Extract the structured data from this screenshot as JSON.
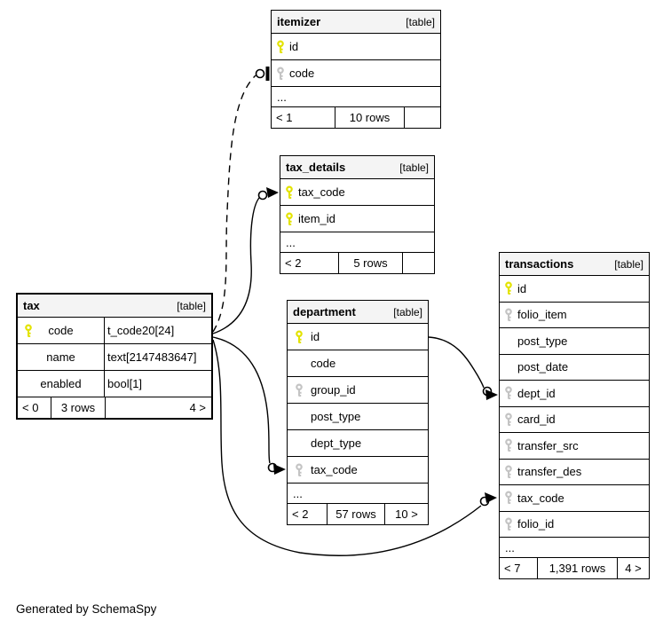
{
  "footer_note": "Generated by SchemaSpy",
  "colors": {
    "header_bg": "#f4f4f4",
    "border": "#000000",
    "primary_key": "#e3e300",
    "foreign_key": "#c4c4c4",
    "background": "#ffffff"
  },
  "tables": [
    {
      "name": "itemizer",
      "tag": "[table]",
      "emphasized": false,
      "columns": [
        {
          "name": "id",
          "key": "primary"
        },
        {
          "name": "code",
          "key": "foreign"
        }
      ],
      "ellipsis": "...",
      "stats": {
        "parents": "< 1",
        "rows": "10 rows",
        "children": ""
      }
    },
    {
      "name": "tax_details",
      "tag": "[table]",
      "emphasized": false,
      "columns": [
        {
          "name": "tax_code",
          "key": "primary"
        },
        {
          "name": "item_id",
          "key": "primary"
        }
      ],
      "ellipsis": "...",
      "stats": {
        "parents": "< 2",
        "rows": "5 rows",
        "children": ""
      }
    },
    {
      "name": "department",
      "tag": "[table]",
      "emphasized": false,
      "columns": [
        {
          "name": "id",
          "key": "primary"
        },
        {
          "name": "code",
          "key": "none"
        },
        {
          "name": "group_id",
          "key": "foreign"
        },
        {
          "name": "post_type",
          "key": "none"
        },
        {
          "name": "dept_type",
          "key": "none"
        },
        {
          "name": "tax_code",
          "key": "foreign"
        }
      ],
      "ellipsis": "...",
      "stats": {
        "parents": "< 2",
        "rows": "57 rows",
        "children": "10 >"
      }
    },
    {
      "name": "transactions",
      "tag": "[table]",
      "emphasized": false,
      "columns": [
        {
          "name": "id",
          "key": "primary"
        },
        {
          "name": "folio_item",
          "key": "foreign"
        },
        {
          "name": "post_type",
          "key": "none"
        },
        {
          "name": "post_date",
          "key": "none"
        },
        {
          "name": "dept_id",
          "key": "foreign"
        },
        {
          "name": "card_id",
          "key": "foreign"
        },
        {
          "name": "transfer_src",
          "key": "foreign"
        },
        {
          "name": "transfer_des",
          "key": "foreign"
        },
        {
          "name": "tax_code",
          "key": "foreign"
        },
        {
          "name": "folio_id",
          "key": "foreign"
        }
      ],
      "ellipsis": "...",
      "stats": {
        "parents": "< 7",
        "rows": "1,391 rows",
        "children": "4 >"
      }
    },
    {
      "name": "tax",
      "tag": "[table]",
      "emphasized": true,
      "columns": [
        {
          "name": "code",
          "key": "primary",
          "type": "t_code20[24]"
        },
        {
          "name": "name",
          "key": "none",
          "type": "text[2147483647]"
        },
        {
          "name": "enabled",
          "key": "none",
          "type": "bool[1]"
        }
      ],
      "stats": {
        "parents": "< 0",
        "rows": "3 rows",
        "children": "4 >"
      }
    }
  ],
  "relationships": [
    {
      "from": "tax.code",
      "to": "itemizer.code",
      "style": "dashed-implied",
      "terminator": "circle-bar"
    },
    {
      "from": "tax.code",
      "to": "tax_details.tax_code",
      "style": "solid",
      "terminator": "circle-arrow"
    },
    {
      "from": "tax.code",
      "to": "department.tax_code",
      "style": "solid",
      "terminator": "circle-arrow"
    },
    {
      "from": "tax.code",
      "to": "transactions.tax_code",
      "style": "solid",
      "terminator": "circle-arrow"
    },
    {
      "from": "department.id",
      "to": "transactions.dept_id",
      "style": "solid",
      "terminator": "circle-arrow"
    }
  ]
}
